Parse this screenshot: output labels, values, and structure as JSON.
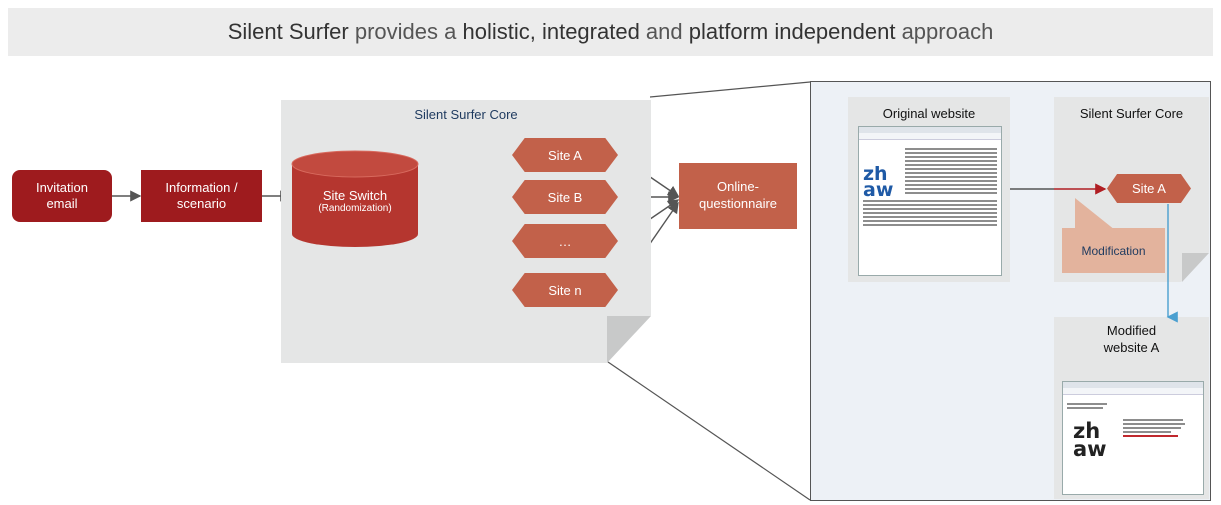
{
  "banner": {
    "part1": "Silent Surfer",
    "part2": " provides a ",
    "part3": "holistic, integrated",
    "part4": " and ",
    "part5": "platform independent",
    "part6": " approach"
  },
  "flow": {
    "invitation": [
      "Invitation",
      "email"
    ],
    "information": [
      "Information /",
      "scenario"
    ],
    "core_title": "Silent Surfer Core",
    "site_switch": "Site Switch",
    "randomization": "(Randomization)",
    "sites": [
      "Site A",
      "Site B",
      "…",
      "Site n"
    ],
    "questionnaire": [
      "Online-",
      "questionnaire"
    ]
  },
  "detail": {
    "original_title": "Original website",
    "core_title": "Silent Surfer Core",
    "site_a": "Site A",
    "modification": "Modification",
    "modified_title": [
      "Modified",
      "website A"
    ],
    "logo_top": "zh",
    "logo_bottom": "aw"
  },
  "colors": {
    "dark_red": "#9e1b1e",
    "terracotta": "#c2614a",
    "salmon": "#e3b39d",
    "arrow_blue": "#4a9fd0",
    "arrow_red": "#b01e23",
    "page_grey": "#e5e6e6"
  }
}
